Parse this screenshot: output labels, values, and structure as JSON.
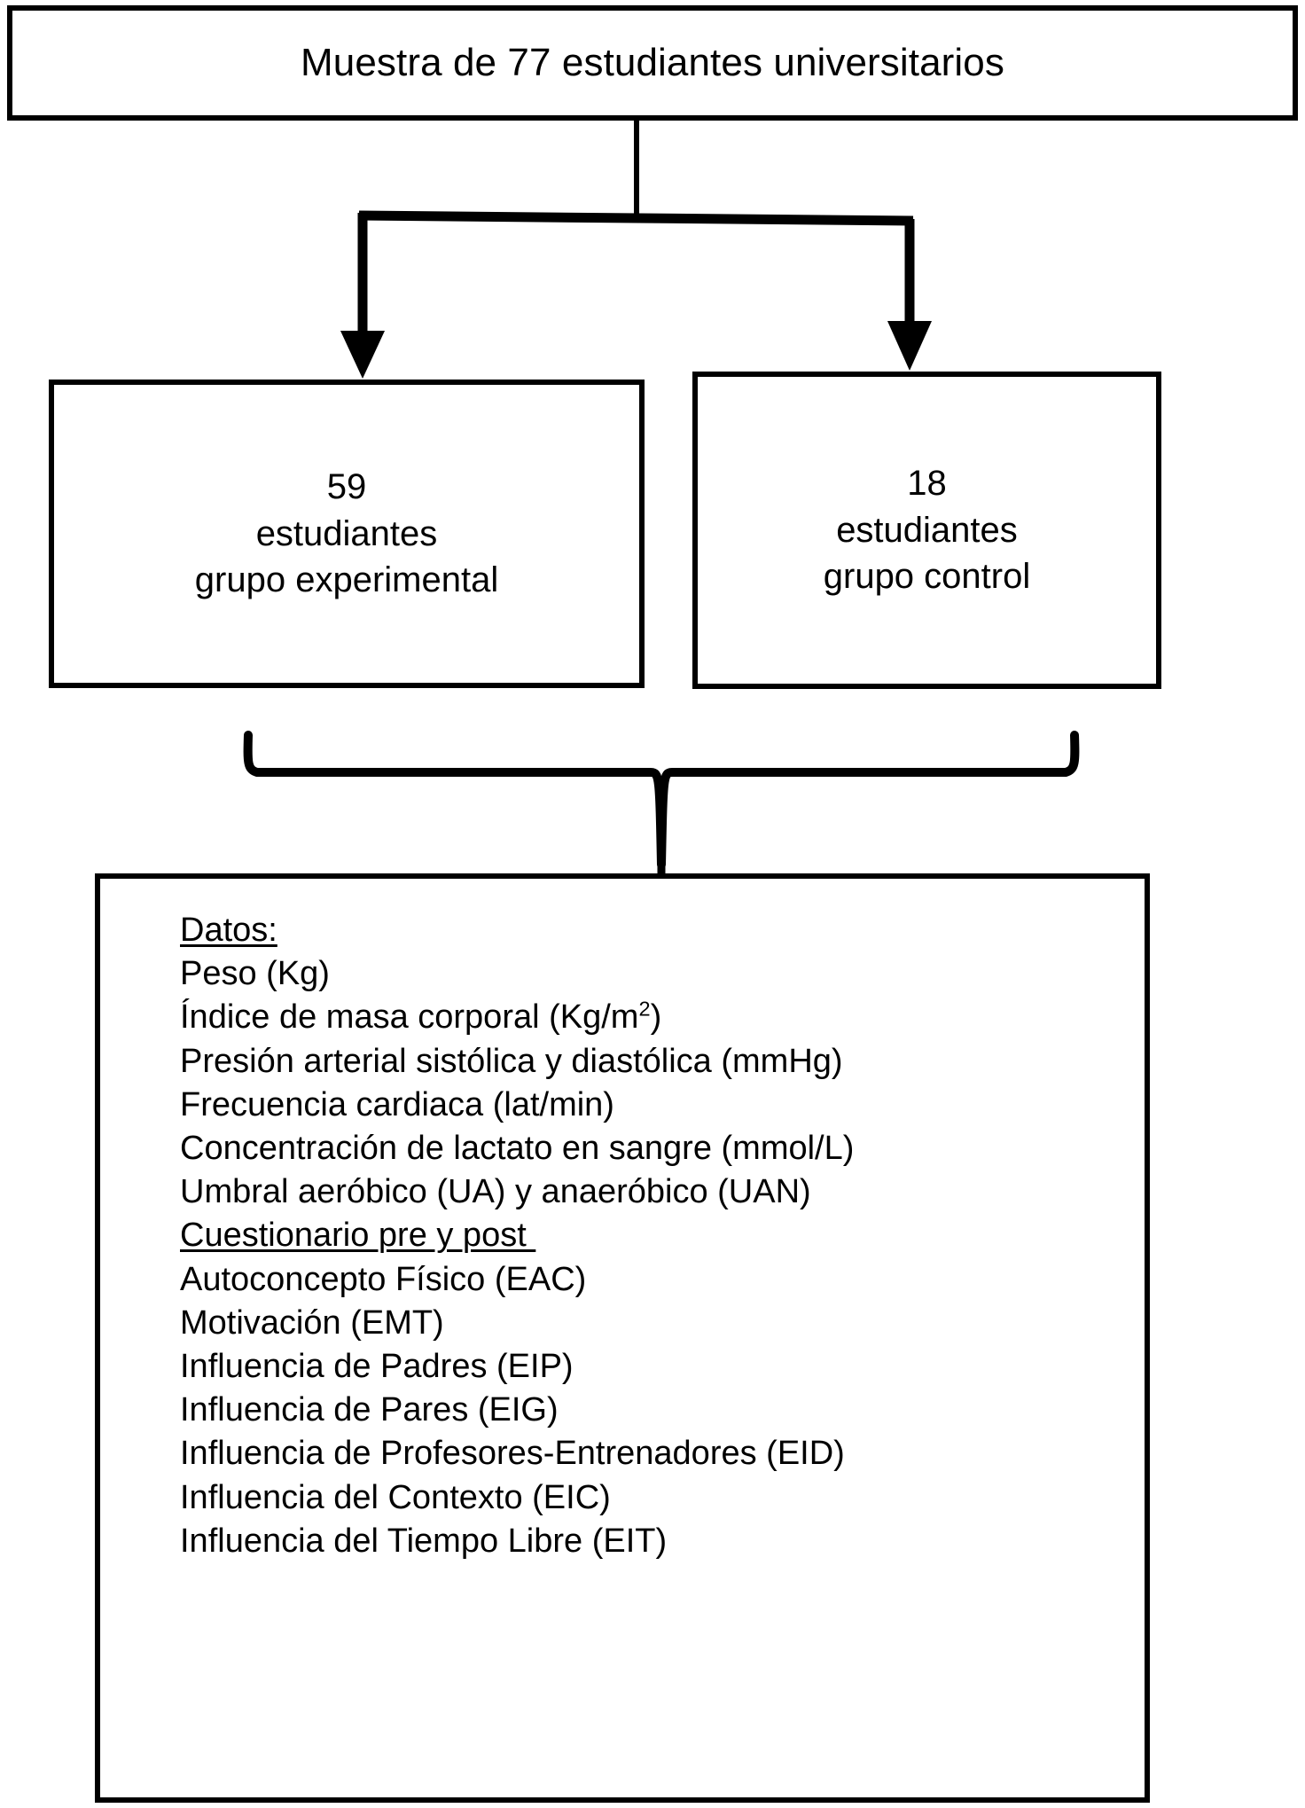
{
  "diagram": {
    "type": "flowchart",
    "orientation": "top-down",
    "nodes": {
      "sample": {
        "label": "Muestra de 77 estudiantes universitarios"
      },
      "experimental": {
        "count": "59",
        "line1": "59",
        "line2": "estudiantes",
        "line3": "grupo experimental",
        "label": "59\nestudiantes\ngrupo experimental"
      },
      "control": {
        "count": "18",
        "line1": "18",
        "line2": "estudiantes",
        "line3": "grupo control",
        "label": "18\nestudiantes\ngrupo control"
      },
      "data": {
        "heading_datos": "Datos:",
        "heading_cuestionario": "Cuestionario pre y post ",
        "lines": [
          {
            "text": "Datos:",
            "underline": true
          },
          {
            "text": "Peso (Kg)",
            "underline": false
          },
          {
            "text": "Índice de masa corporal (Kg/m",
            "sup": "2",
            "tail": ")",
            "underline": false
          },
          {
            "text": "Presión arterial sistólica y diastólica (mmHg)",
            "underline": false
          },
          {
            "text": "Frecuencia cardiaca (lat/min)",
            "underline": false
          },
          {
            "text": "Concentración de lactato en sangre (mmol/L)",
            "underline": false
          },
          {
            "text": "Umbral aeróbico (UA) y anaeróbico (UAN)",
            "underline": false
          },
          {
            "text": "Cuestionario pre y post ",
            "underline": true
          },
          {
            "text": "Autoconcepto Físico (EAC)",
            "underline": false
          },
          {
            "text": "Motivación (EMT)",
            "underline": false
          },
          {
            "text": "Influencia de Padres (EIP)",
            "underline": false
          },
          {
            "text": "Influencia de Pares (EIG)",
            "underline": false
          },
          {
            "text": "Influencia de Profesores-Entrenadores (EID)",
            "underline": false
          },
          {
            "text": "Influencia del Contexto (EIC)",
            "underline": false
          },
          {
            "text": "Influencia del Tiempo Libre (EIT)",
            "underline": false
          }
        ]
      }
    },
    "connectors": [
      {
        "name": "split-arrow-to-experimental",
        "from": "sample",
        "to": "experimental",
        "style": "elbow-arrow"
      },
      {
        "name": "split-arrow-to-control",
        "from": "sample",
        "to": "control",
        "style": "elbow-arrow"
      },
      {
        "name": "merge-brace-to-data",
        "from": "experimental,control",
        "to": "data",
        "style": "curly-brace"
      }
    ],
    "colors": {
      "stroke": "#000000",
      "fill": "#ffffff",
      "text": "#000000"
    }
  }
}
